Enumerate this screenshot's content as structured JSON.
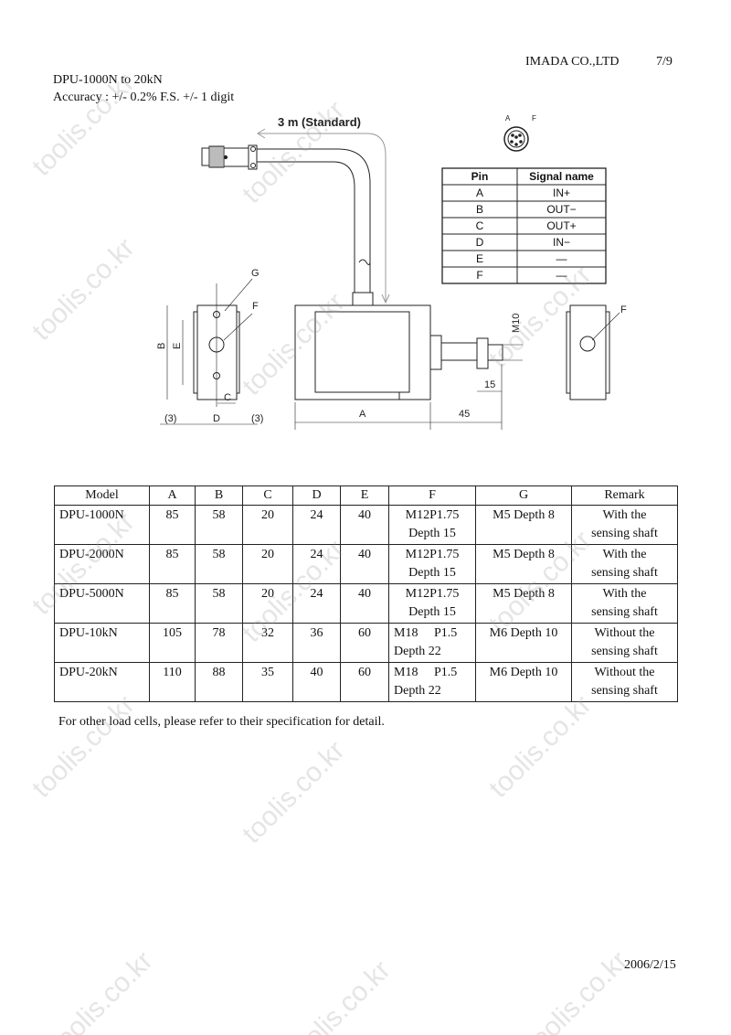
{
  "header": {
    "company": "IMADA CO.,LTD",
    "page": "7/9",
    "title": "DPU-1000N to 20kN",
    "accuracy": "Accuracy : +/- 0.2% F.S. +/- 1 digit"
  },
  "drawing": {
    "cable_label": "3 m (Standard)",
    "connector_labels": [
      "A",
      "F"
    ],
    "pin_table": {
      "headers": [
        "Pin",
        "Signal name"
      ],
      "rows": [
        [
          "A",
          "IN+"
        ],
        [
          "B",
          "OUT−"
        ],
        [
          "C",
          "OUT+"
        ],
        [
          "D",
          "IN−"
        ],
        [
          "E",
          "—"
        ],
        [
          "F",
          "—"
        ]
      ]
    },
    "dims": {
      "G": "G",
      "F": "F",
      "F2": "F",
      "B": "B",
      "E": "E",
      "C": "C",
      "D": "D",
      "side_left": "(3)",
      "side_right": "(3)",
      "A": "A",
      "d45": "45",
      "d15": "15",
      "M10": "M10"
    }
  },
  "spec_table": {
    "headers": [
      "Model",
      "A",
      "B",
      "C",
      "D",
      "E",
      "F",
      "G",
      "Remark"
    ],
    "rows": [
      {
        "model": "DPU-1000N",
        "A": "85",
        "B": "58",
        "C": "20",
        "D": "24",
        "E": "40",
        "F1": "M12P1.75",
        "F2": "Depth 15",
        "G": "M5 Depth 8",
        "R1": "With the",
        "R2": "sensing shaft"
      },
      {
        "model": "DPU-2000N",
        "A": "85",
        "B": "58",
        "C": "20",
        "D": "24",
        "E": "40",
        "F1": "M12P1.75",
        "F2": "Depth 15",
        "G": "M5 Depth 8",
        "R1": "With the",
        "R2": "sensing shaft"
      },
      {
        "model": "DPU-5000N",
        "A": "85",
        "B": "58",
        "C": "20",
        "D": "24",
        "E": "40",
        "F1": "M12P1.75",
        "F2": "Depth 15",
        "G": "M5 Depth 8",
        "R1": "With the",
        "R2": "sensing shaft"
      },
      {
        "model": "DPU-10kN",
        "A": "105",
        "B": "78",
        "C": "32",
        "D": "36",
        "E": "60",
        "F1": "M18 　P1.5",
        "F2": "Depth 22",
        "G": "M6 Depth 10",
        "R1": "Without the",
        "R2": "sensing shaft"
      },
      {
        "model": "DPU-20kN",
        "A": "110",
        "B": "88",
        "C": "35",
        "D": "40",
        "E": "60",
        "F1": "M18 　P1.5",
        "F2": "Depth 22",
        "G": "M6 Depth 10",
        "R1": "Without the",
        "R2": "sensing shaft"
      }
    ]
  },
  "note": "For other load cells, please refer to their specification for detail.",
  "date": "2006/2/15",
  "watermark": "toolis.co.kr"
}
